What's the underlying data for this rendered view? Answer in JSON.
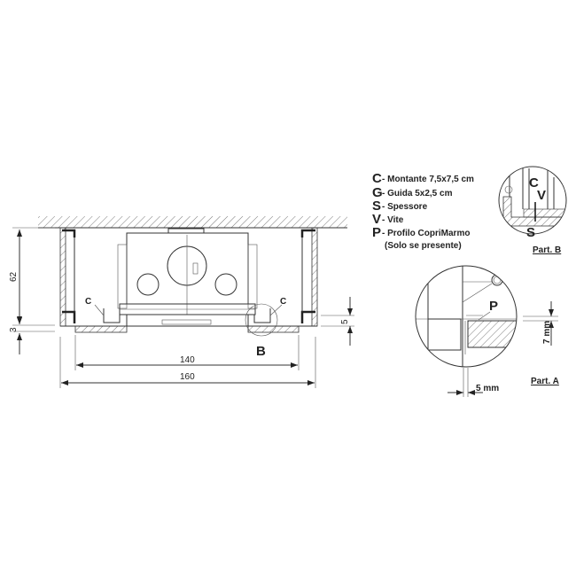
{
  "legend": {
    "items": [
      {
        "key": "C",
        "text": "- Montante 7,5x7,5 cm"
      },
      {
        "key": "G",
        "text": "- Guida 5x2,5 cm"
      },
      {
        "key": "S",
        "text": "- Spessore"
      },
      {
        "key": "V",
        "text": "- Vite"
      },
      {
        "key": "P",
        "text": "- Profilo CopriMarmo"
      }
    ],
    "note": "(Solo se presente)"
  },
  "main_view": {
    "labels": {
      "c_left": "C",
      "c_right": "C",
      "detail_b": "B"
    },
    "dimensions": {
      "height": "62",
      "bottom": "3",
      "offset": "5",
      "inner_width": "140",
      "outer_width": "160"
    }
  },
  "detail_b": {
    "title": "Part. B",
    "labels": {
      "c": "C",
      "v": "V",
      "s": "S"
    }
  },
  "detail_a": {
    "title": "Part. A",
    "labels": {
      "p": "P"
    },
    "dimensions": {
      "gap": "5 mm",
      "thickness": "7 mm"
    }
  }
}
